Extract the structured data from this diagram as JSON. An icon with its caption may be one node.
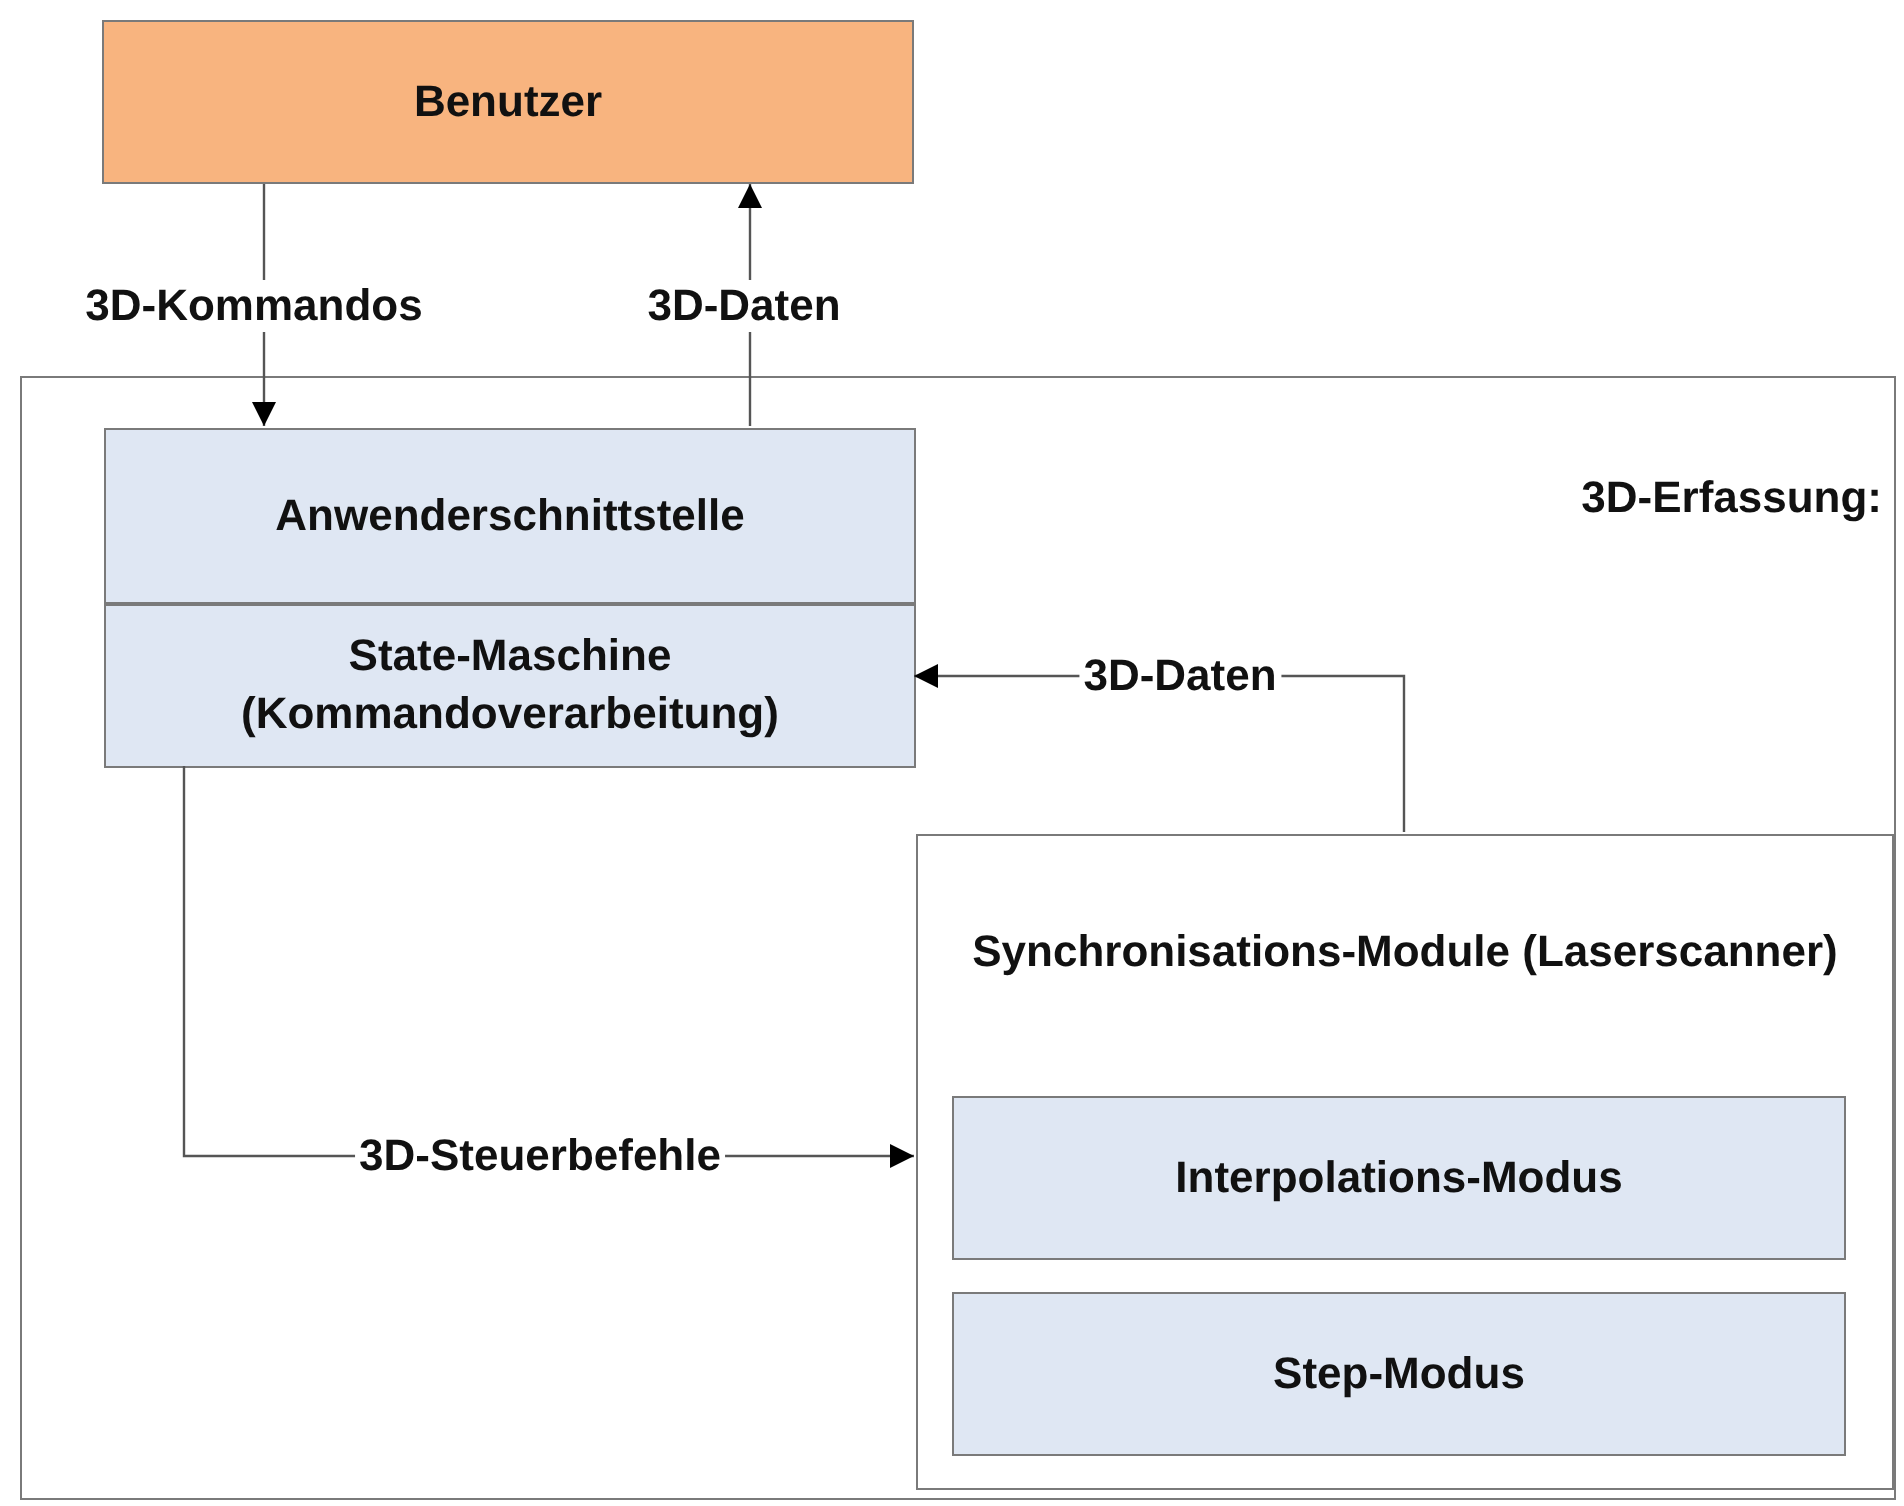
{
  "diagram": {
    "nodes": [
      {
        "text": [
          "Benutzer"
        ]
      },
      {
        "text": [
          "3D-Erfassung:"
        ]
      },
      {
        "text": [
          "Anwenderschnittstelle"
        ],
        "in": 1
      },
      {
        "text": [
          "State-Maschine (Kommandoverarbeitung)"
        ],
        "in": 1
      },
      {
        "text": [
          "Synchronisations-Module (Laserscanner)"
        ],
        "in": 1
      },
      {
        "text": [
          "Interpolations-Modus"
        ],
        "in": 4
      },
      {
        "text": [
          "Step-Modus"
        ],
        "in": 4
      }
    ],
    "edges": [
      {
        "from": 0,
        "to": 2,
        "arrow": "to",
        "label": "3D-Kommandos"
      },
      {
        "from": 2,
        "to": 0,
        "arrow": "to",
        "label": "3D-Daten"
      },
      {
        "from": 4,
        "to": 3,
        "arrow": "to",
        "label": "3D-Daten"
      },
      {
        "from": 3,
        "to": 4,
        "arrow": "to",
        "label": "3D-Steuerbefehle"
      }
    ]
  }
}
